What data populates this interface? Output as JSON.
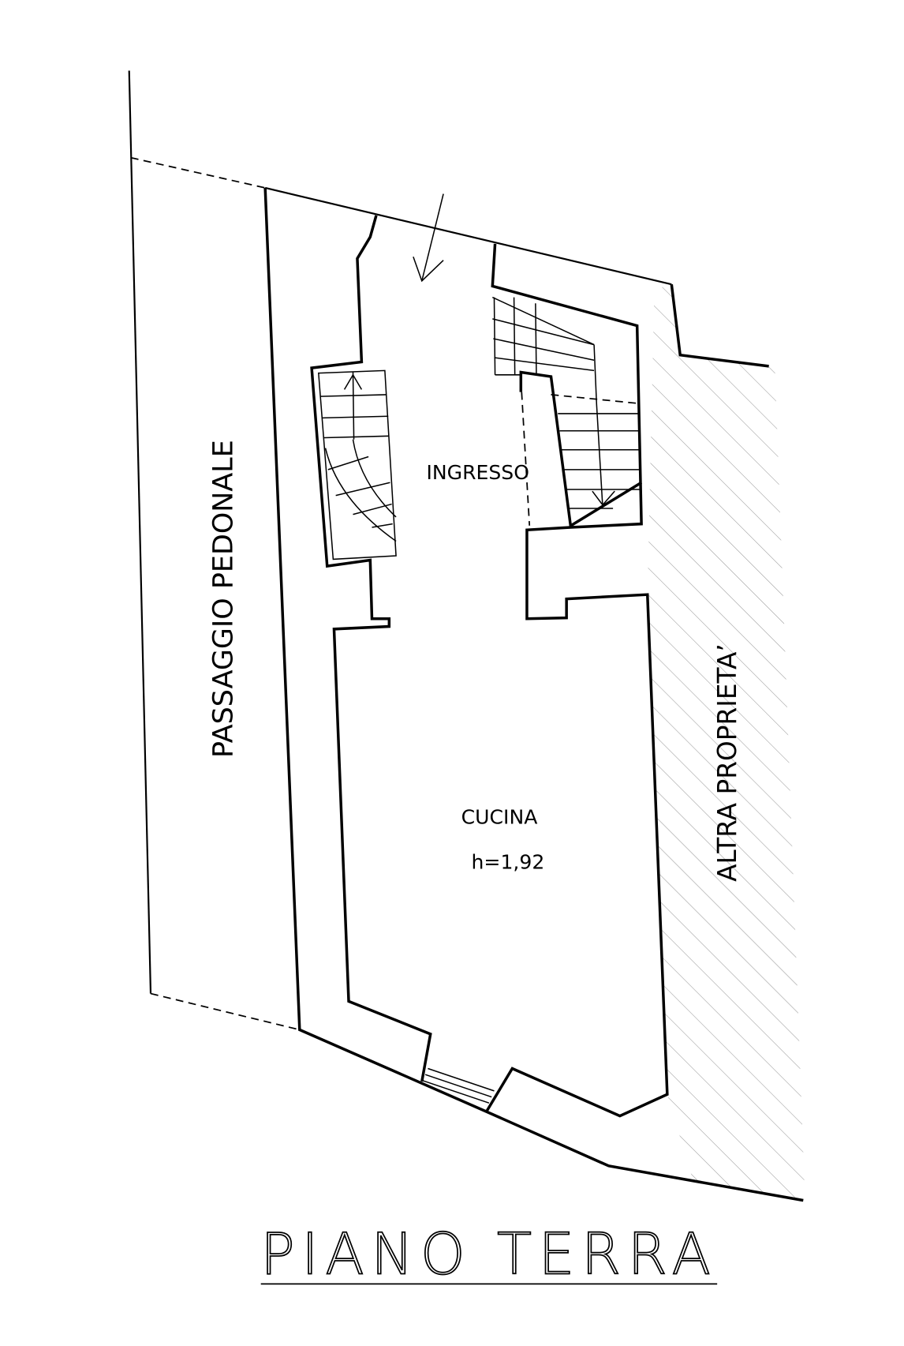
{
  "title": "PIANO TERRA",
  "rooms": [
    {
      "name": "INGRESSO"
    },
    {
      "name": "CUCINA",
      "height": "h=1,92"
    }
  ],
  "surroundings": {
    "left": "PASSAGGIO PEDONALE",
    "right": "ALTRA PROPRIETA’"
  },
  "colors": {
    "line": "#000000",
    "hatch": "#9a9a9a",
    "background": "#ffffff"
  }
}
